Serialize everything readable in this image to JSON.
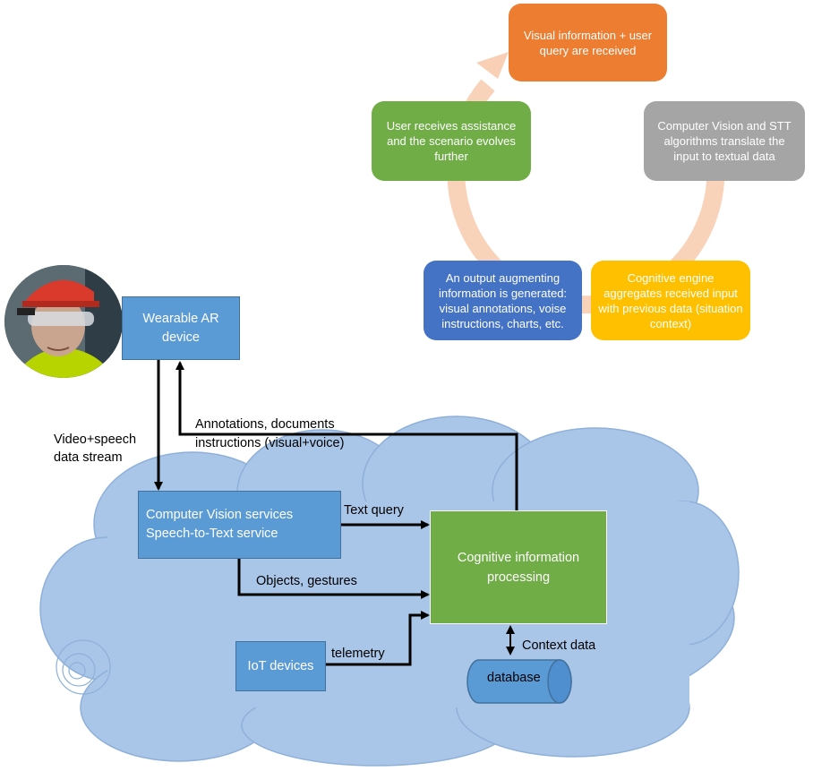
{
  "cycle": {
    "step_received": "Visual information + user query are received",
    "step_translate": "Computer Vision and STT algorithms translate the input to textual data",
    "step_aggregate": "Cognitive engine aggregates received input with previous data (situation context)",
    "step_output": "An output augmenting information is generated: visual annotations, voise instructions, charts, etc.",
    "step_assist": "User receives assistance and the scenario evolves further"
  },
  "architecture": {
    "wearable": "Wearable AR device",
    "cv_services_line1": "Computer Vision services",
    "cv_services_line2": "Speech-to-Text service",
    "cognitive": "Cognitive information processing",
    "iot": "IoT devices",
    "database": "database"
  },
  "flows": {
    "video_line1": "Video+speech",
    "video_line2": "data stream",
    "annotations_line1": "Annotations, documents",
    "annotations_line2": "instructions (visual+voice)",
    "text_query": "Text query",
    "objects": "Objects, gestures",
    "telemetry": "telemetry",
    "context": "Context data"
  },
  "colors": {
    "orange": "#ED7D31",
    "gray": "#A5A5A5",
    "yellow": "#FFC000",
    "blue_dark": "#4472C4",
    "green": "#70AD47",
    "blue_box": "#5B9BD5",
    "cloud": "#A9C6E8",
    "cycle_ring": "#F8CBAD"
  }
}
